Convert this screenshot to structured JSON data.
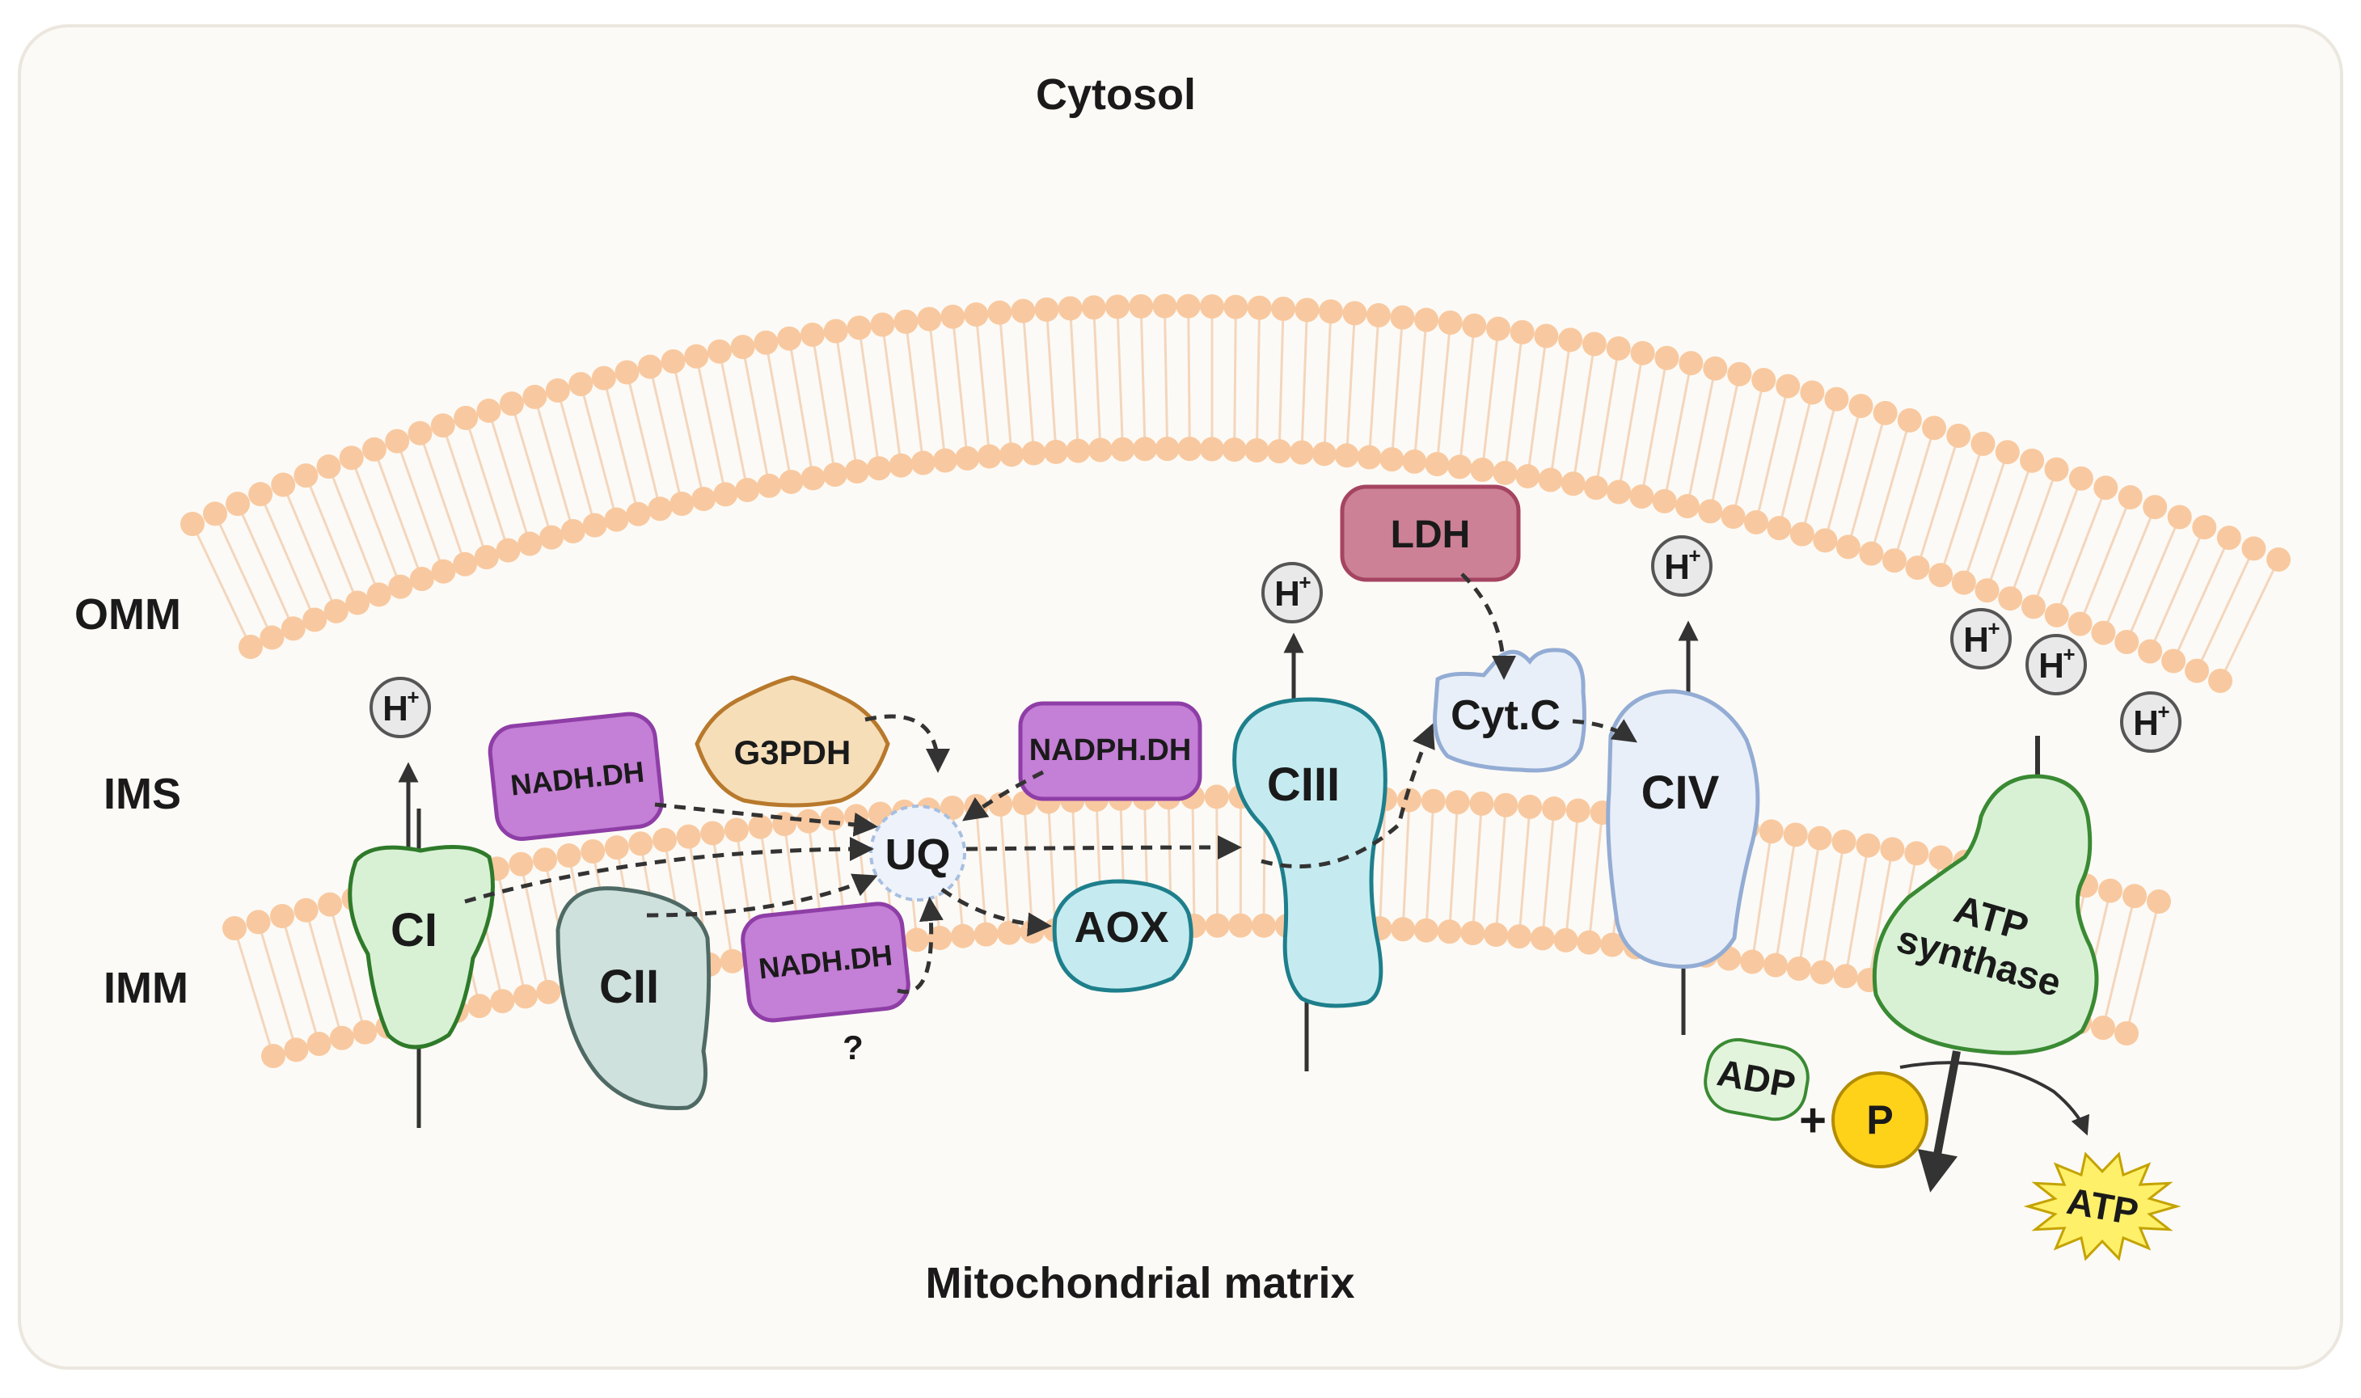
{
  "labels": {
    "cytosol": "Cytosol",
    "omm": "OMM",
    "ims": "IMS",
    "imm": "IMM",
    "matrix": "Mitochondrial matrix"
  },
  "proteins": {
    "ci": "CI",
    "cii": "CII",
    "ciii": "CIII",
    "civ": "CIV",
    "nadh_dh_top": "NADH.DH",
    "nadh_dh_bottom": "NADH.DH",
    "g3pdh": "G3PDH",
    "nadph_dh": "NADPH.DH",
    "uq": "UQ",
    "aox": "AOX",
    "ldh": "LDH",
    "cytc": "Cyt.C",
    "atp_synthase_line1": "ATP",
    "atp_synthase_line2": "synthase"
  },
  "proton": {
    "base": "H",
    "charge": "+"
  },
  "small": {
    "adp": "ADP",
    "plus": "+",
    "p": "P",
    "atp": "ATP",
    "question": "?"
  },
  "colors": {
    "panel_bg": "#fcfaf6",
    "lipid_head": "#f8c9a0",
    "lipid_tail": "#f3d6bd",
    "ci_fill": "#d8f1d5",
    "ci_stroke": "#2f7a2a",
    "cii_fill": "#cfe1dc",
    "cii_stroke": "#4f6a64",
    "ciii_fill": "#c5ebf0",
    "ciii_stroke": "#1e7f8c",
    "civ_fill": "#e8eff8",
    "civ_stroke": "#93acd4",
    "purple_fill": "#c47fd6",
    "purple_stroke": "#8e3ea6",
    "g3pdh_fill": "#f6deb8",
    "g3pdh_stroke": "#b8792c",
    "aox_fill": "#c5ebf0",
    "aox_stroke": "#1e7f8c",
    "ldh_fill": "#cc8196",
    "ldh_stroke": "#a54462",
    "atp_syn_fill": "#d8f1d5",
    "atp_syn_stroke": "#3a8a33",
    "p_fill": "#ffd21a",
    "atp_burst": "#fff06a"
  }
}
